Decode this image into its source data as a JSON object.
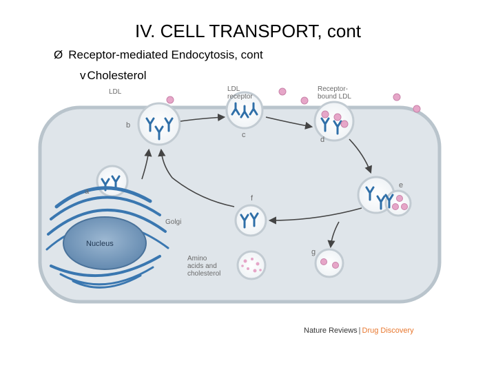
{
  "title": "IV.  CELL TRANSPORT, cont",
  "bullets": [
    {
      "marker": "Ø",
      "text": "Receptor-mediated Endocytosis, cont"
    },
    {
      "marker": "v",
      "text": "Cholesterol"
    }
  ],
  "diagram": {
    "labels": {
      "ldl": "LDL",
      "ldl_receptor_1": "LDL",
      "ldl_receptor_2": "receptor",
      "receptor_bound_1": "Receptor-",
      "receptor_bound_2": "bound LDL",
      "golgi": "Golgi",
      "nucleus": "Nucleus",
      "amino_1": "Amino",
      "amino_2": "acids and",
      "amino_3": "cholesterol"
    },
    "steps": [
      "a",
      "b",
      "c",
      "d",
      "e",
      "f",
      "g"
    ],
    "colors": {
      "cell_fill": "#dfe5ea",
      "membrane": "#b9c4cc",
      "receptor": "#2f6fa8",
      "ldl_particle": "#e6a6c8",
      "arrow": "#444444",
      "nucleus": "#6f93b6"
    }
  },
  "credit": {
    "journal": "Nature Reviews",
    "separator": "|",
    "brand": "Drug Discovery"
  }
}
